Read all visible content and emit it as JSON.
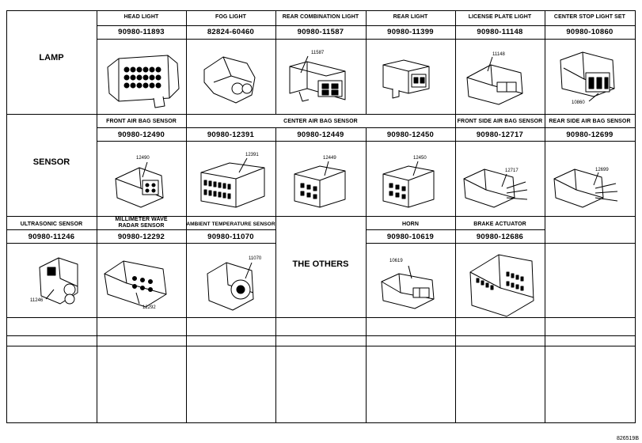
{
  "categories": {
    "lamp": "LAMP",
    "sensor": "SENSOR",
    "others": "THE OTHERS"
  },
  "lamp_row": [
    {
      "name": "HEAD LIGHT",
      "part": "90980-11893"
    },
    {
      "name": "FOG LIGHT",
      "part": "82824-60460"
    },
    {
      "name": "REAR COMBINATION LIGHT",
      "part": "90980-11587",
      "callout": "11587"
    },
    {
      "name": "REAR LIGHT",
      "part": "90980-11399"
    },
    {
      "name": "LICENSE PLATE LIGHT",
      "part": "90980-11148",
      "callout": "11148"
    },
    {
      "name": "CENTER STOP LIGHT SET",
      "part": "90980-10860",
      "callout": "10860"
    }
  ],
  "sensor_row": {
    "front_air_bag": {
      "name": "FRONT AIR BAG SENSOR",
      "part": "90980-12490",
      "callout": "12490"
    },
    "center_air_bag": {
      "name": "CENTER AIR BAG SENSOR",
      "parts": [
        {
          "part": "90980-12391",
          "callout": "12391"
        },
        {
          "part": "90980-12449",
          "callout": "12449"
        },
        {
          "part": "90980-12450",
          "callout": "12450"
        }
      ]
    },
    "front_side_air_bag": {
      "name": "FRONT SIDE AIR BAG SENSOR",
      "part": "90980-12717",
      "callout": "12717"
    },
    "rear_side_air_bag": {
      "name": "REAR SIDE AIR BAG SENSOR",
      "part": "90980-12699",
      "callout": "12699"
    }
  },
  "third_row": {
    "ultrasonic": {
      "name": "ULTRASONIC SENSOR",
      "part": "90980-11246",
      "callout": "11246"
    },
    "millimeter": {
      "name_line1": "MILLIMETER WAVE",
      "name_line2": "RADAR SENSOR",
      "part": "90980-12292",
      "callout": "12292"
    },
    "ambient": {
      "name": "AMBIENT TEMPERATURE SENSOR",
      "part": "90980-11070",
      "callout": "11070"
    },
    "horn": {
      "name": "HORN",
      "part": "90980-10619",
      "callout": "10619"
    },
    "brake": {
      "name": "BRAKE ACTUATOR",
      "part": "90980-12686"
    }
  },
  "footer_code": "826519B"
}
